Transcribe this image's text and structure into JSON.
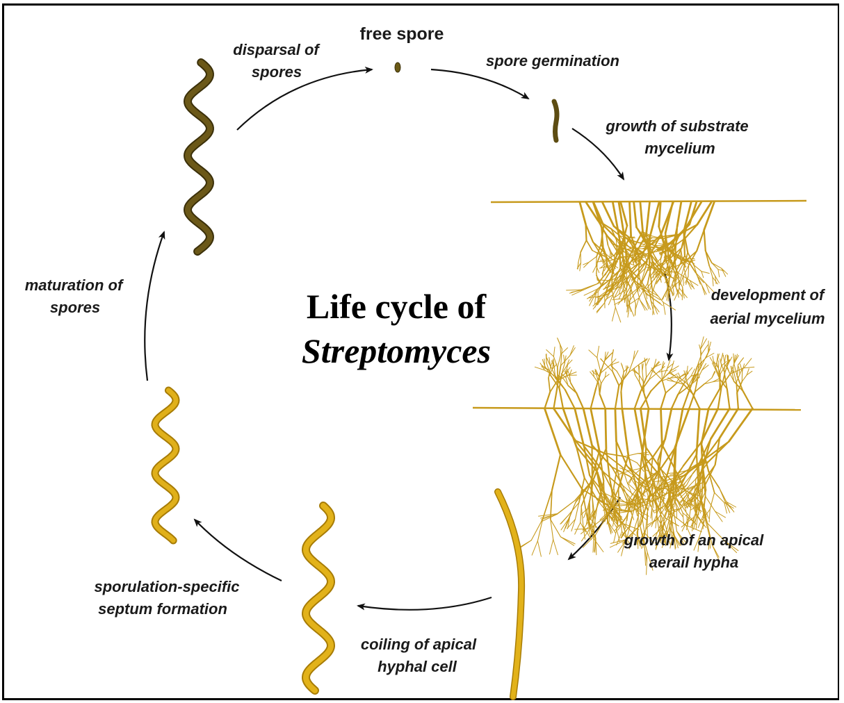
{
  "title": {
    "line1": "Life cycle of",
    "line2": "Streptomyces"
  },
  "stages": {
    "free_spore": "free spore",
    "spore_germination": "spore germination",
    "substrate_l1": "growth of substrate",
    "substrate_l2": "mycelium",
    "aerial_l1": "development of",
    "aerial_l2": "aerial mycelium",
    "apical_l1": "growth of an apical",
    "apical_l2": "aerail hypha",
    "coiling_l1": "coiling of apical",
    "coiling_l2": "hyphal cell",
    "septum_l1": "sporulation-specific",
    "septum_l2": "septum formation",
    "maturation_l1": "maturation of",
    "maturation_l2": "spores",
    "dispersal_l1": "disparsal of",
    "dispersal_l2": "spores"
  },
  "colors": {
    "hypha": "#d9a80f",
    "hypha_outline": "#a77c06",
    "mycelium": "#c79a1c",
    "mature_spore": "#5d4c12",
    "mature_outline": "#3b300a"
  }
}
